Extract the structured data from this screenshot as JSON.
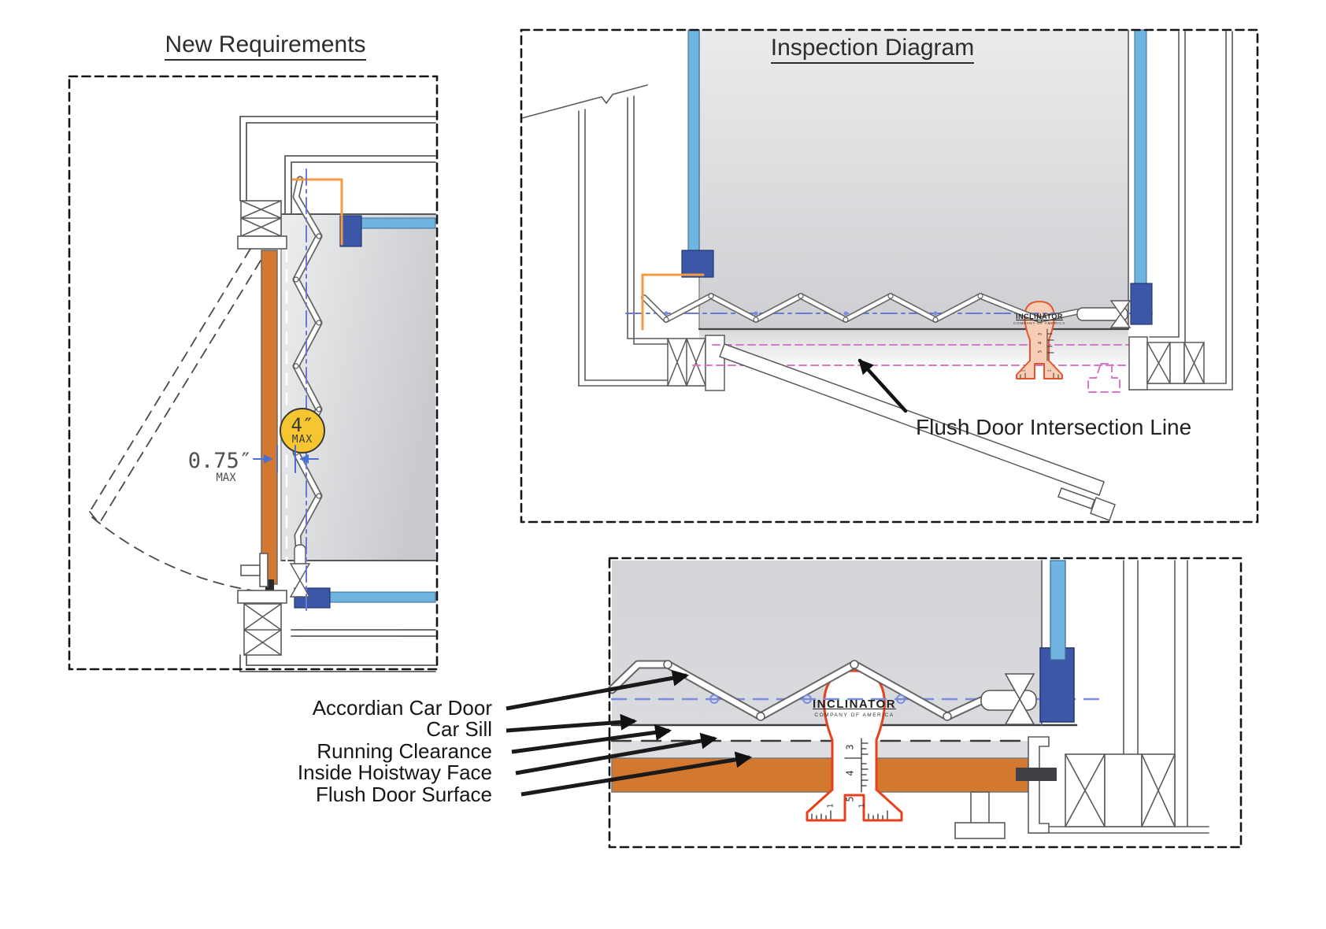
{
  "titles": {
    "left": "New Requirements",
    "right": "Inspection Diagram"
  },
  "annotations": {
    "flush_door_intersection_line": "Flush Door Intersection Line",
    "part_labels": [
      "Accordian Car Door",
      "Car Sill",
      "Running Clearance",
      "Inside Hoistway Face",
      "Flush Door Surface"
    ]
  },
  "dimensions": {
    "accordion_depth": {
      "value": "4″",
      "qualifier": "MAX"
    },
    "running_clearance": {
      "value": "0.75″",
      "qualifier": "MAX"
    }
  },
  "gauge": {
    "brand": "INCLINATOR",
    "subtitle": "COMPANY OF AMERICA",
    "stem_ticks": [
      "3",
      "4",
      "5"
    ],
    "base_ticks": [
      "1",
      "1"
    ]
  },
  "colors": {
    "door_orange": "#D2792F",
    "badge_yellow": "#F6C631",
    "rail_light_blue": "#6FB3DF",
    "rail_dark_blue": "#3D57A8",
    "centerline_blue": "#6B79D6",
    "intersection_pink": "#D878C8",
    "gauge_red": "#E8401C",
    "gauge_salmon": "#F8CDB6",
    "bracket_orange": "#F59B40"
  }
}
